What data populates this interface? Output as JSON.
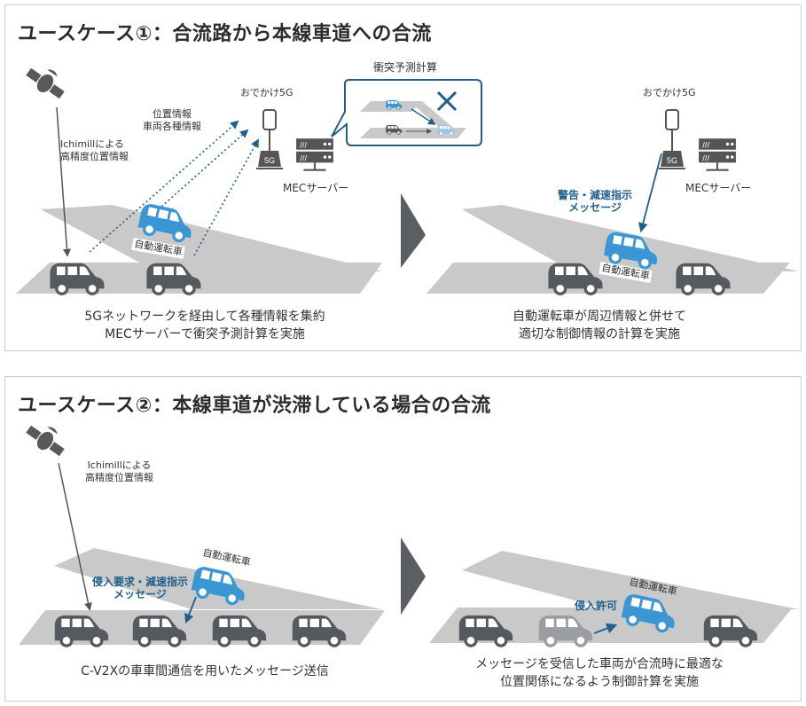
{
  "colors": {
    "accent_blue": "#3a97d4",
    "dark_blue": "#1f5f8b",
    "car_gray": "#555a60",
    "road_gray": "#c9c9c9",
    "arrow_chevron": "#5b5e62",
    "panel_border": "#cfcfcf"
  },
  "usecase1": {
    "title": "ユースケース①：合流路から本線車道への合流",
    "left": {
      "satellite_label_line1": "Ichimillによる",
      "satellite_label_line2": "高精度位置情報",
      "uplink_label_line1": "位置情報",
      "uplink_label_line2": "車両各種情報",
      "base_station_label": "おでかけ5G",
      "base_station_badge": "5G",
      "server_label": "MECサーバー",
      "callout_title": "衝突予測計算",
      "autonomous_car_label": "自動運転車",
      "caption_line1": "5Gネットワークを経由して各種情報を集約",
      "caption_line2": "MECサーバーで衝突予測計算を実施"
    },
    "right": {
      "base_station_label": "おでかけ5G",
      "base_station_badge": "5G",
      "server_label": "MECサーバー",
      "message_line1": "警告・減速指示",
      "message_line2": "メッセージ",
      "autonomous_car_label": "自動運転車",
      "caption_line1": "自動運転車が周辺情報と併せて",
      "caption_line2": "適切な制御情報の計算を実施"
    }
  },
  "usecase2": {
    "title": "ユースケース②：本線車道が渋滞している場合の合流",
    "left": {
      "satellite_label_line1": "Ichimillによる",
      "satellite_label_line2": "高精度位置情報",
      "autonomous_car_label": "自動運転車",
      "message_line1": "侵入要求・減速指示",
      "message_line2": "メッセージ",
      "caption": "C-V2Xの車車間通信を用いたメッセージ送信"
    },
    "right": {
      "autonomous_car_label": "自動運転車",
      "permission_label": "侵入許可",
      "caption_line1": "メッセージを受信した車両が合流時に最適な",
      "caption_line2": "位置関係になるよう制御計算を実施"
    }
  }
}
